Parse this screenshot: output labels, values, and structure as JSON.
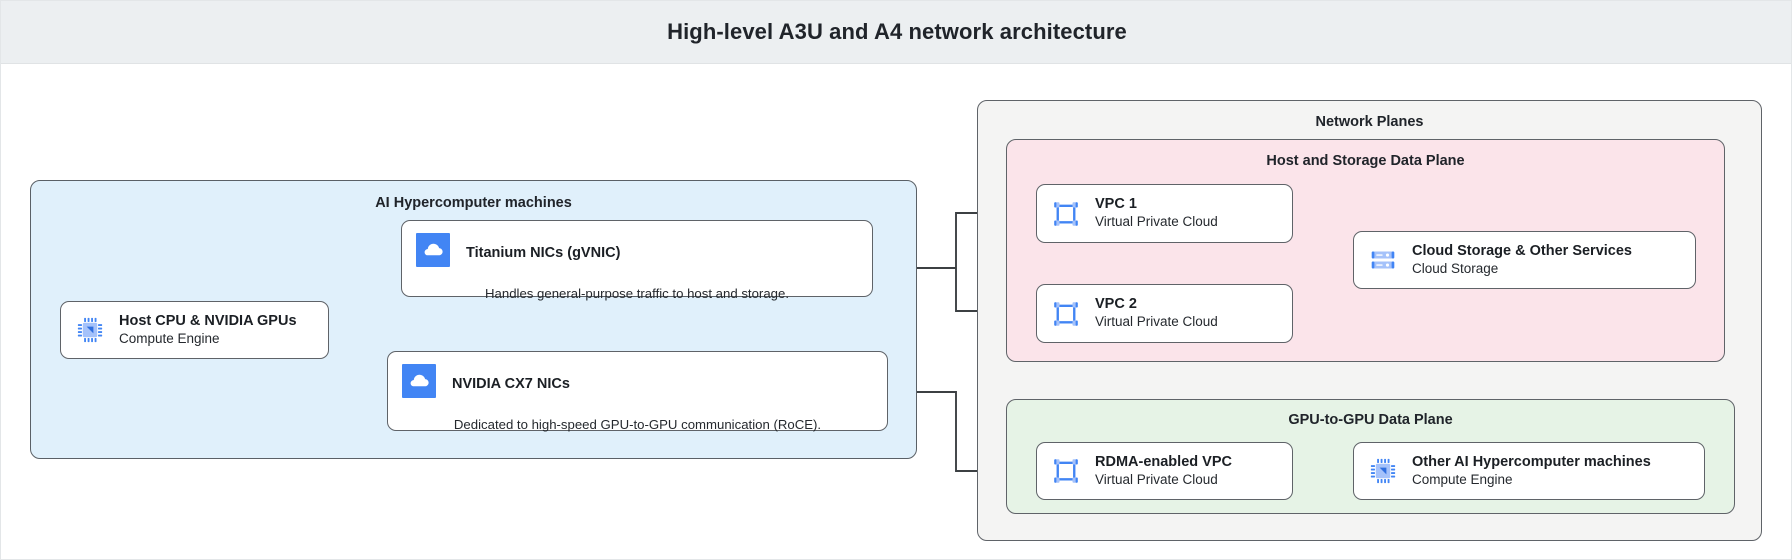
{
  "header": {
    "title": "High-level A3U and A4 network architecture"
  },
  "machines_group": {
    "title": "AI Hypercomputer machines",
    "host_node": {
      "title": "Host CPU & NVIDIA GPUs",
      "subtitle": "Compute Engine",
      "icon": "compute-engine-chip-icon"
    },
    "cards": [
      {
        "title": "Titanium NICs (gVNIC)",
        "description": "Handles general-purpose traffic to host and storage.",
        "icon": "cloud-icon"
      },
      {
        "title": "NVIDIA CX7 NICs",
        "description": "Dedicated to high-speed GPU-to-GPU communication (RoCE).",
        "icon": "cloud-icon"
      }
    ]
  },
  "network_planes": {
    "title": "Network Planes",
    "host_storage_plane": {
      "title": "Host and Storage Data Plane",
      "nodes": [
        {
          "title": "VPC 1",
          "subtitle": "Virtual Private Cloud",
          "icon": "vpc-icon"
        },
        {
          "title": "VPC 2",
          "subtitle": "Virtual Private Cloud",
          "icon": "vpc-icon"
        },
        {
          "title": "Cloud Storage & Other Services",
          "subtitle": "Cloud Storage",
          "icon": "cloud-storage-icon"
        }
      ]
    },
    "gpu_plane": {
      "title": "GPU-to-GPU Data Plane",
      "nodes": [
        {
          "title": "RDMA-enabled VPC",
          "subtitle": "Virtual Private Cloud",
          "icon": "vpc-icon"
        },
        {
          "title": "Other AI Hypercomputer machines",
          "subtitle": "Compute Engine",
          "icon": "compute-engine-chip-icon"
        }
      ]
    }
  },
  "colors": {
    "header_bg": "#eceff1",
    "machines_bg": "#e0f0fb",
    "planes_bg": "#f4f4f3",
    "host_storage_bg": "#fbe4ea",
    "gpu_plane_bg": "#e6f3e6",
    "icon_blue": "#4285f4",
    "icon_blue_light": "#a5c2fa",
    "stroke": "#3c4043"
  }
}
